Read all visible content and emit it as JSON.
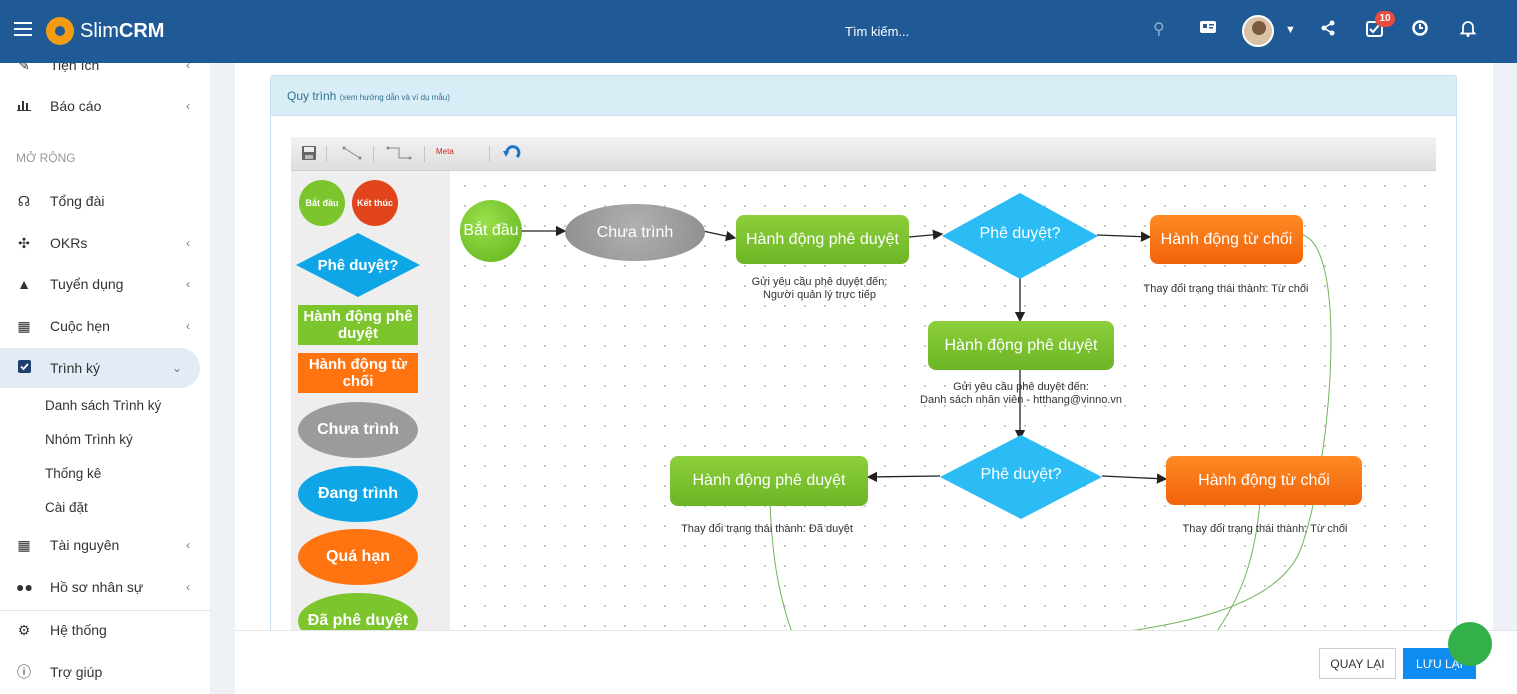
{
  "header": {
    "app_name_light": "Slim",
    "app_name_bold": "CRM",
    "search_placeholder": "Tìm kiếm...",
    "notification_count": "10"
  },
  "sidebar": {
    "partial_top_label": "Tiện ích",
    "items": [
      {
        "label": "Báo cáo",
        "icon": "bar-chart-icon"
      },
      {
        "label": "Tổng đài",
        "icon": "headset-icon"
      },
      {
        "label": "OKRs",
        "icon": "target-icon"
      },
      {
        "label": "Tuyển dụng",
        "icon": "graduation-cap-icon"
      },
      {
        "label": "Cuộc hẹn",
        "icon": "calendar-icon"
      },
      {
        "label": "Trình ký",
        "icon": "checkbox-icon"
      },
      {
        "label": "Tài nguyên",
        "icon": "calendar-check-icon"
      },
      {
        "label": "Hồ sơ nhân sự",
        "icon": "users-icon"
      },
      {
        "label": "Hệ thống",
        "icon": "gear-icon"
      },
      {
        "label": "Trợ giúp",
        "icon": "help-icon"
      }
    ],
    "section_label": "MỞ RỘNG",
    "sub_items": [
      "Danh sách Trình ký",
      "Nhóm Trình ký",
      "Thống kê",
      "Cài đặt"
    ]
  },
  "panel": {
    "title": "Quy trình",
    "hint": "(xem hướng dẫn và ví dụ mẫu)"
  },
  "toolbar": {
    "meta_label": "Meta"
  },
  "palette": {
    "start": "Bắt đầu",
    "end": "Kết thúc",
    "approve_question": "Phê duyệt?",
    "approve_action": "Hành động phê duyệt",
    "reject_action": "Hành động từ chối",
    "not_submitted": "Chưa trình",
    "submitting": "Đang trình",
    "overdue": "Quá hạn",
    "approved": "Đã phê duyệt"
  },
  "flow": {
    "start": "Bắt đầu",
    "not_submitted": "Chưa trình",
    "approve_action_1": "Hành động phê duyệt",
    "approve_question_1": "Phê duyệt?",
    "reject_action_1": "Hành động từ chối",
    "approve_action_2": "Hành động phê duyệt",
    "approve_question_2": "Phê duyệt?",
    "approve_action_3": "Hành động phê duyệt",
    "reject_action_2": "Hành động từ chối",
    "note_1_line1": "Gửi yêu cầu phê duyệt đến:",
    "note_1_line2": "Người quản lý trực tiếp",
    "note_2": "Thay đổi trạng thái thành: Từ chối",
    "note_3_line1": "Gửi yêu cầu phê duyệt đến:",
    "note_3_line2": "Danh sách nhân viên - htthang@vinno.vn",
    "note_4": "Thay đổi trạng thái thành: Đã duyệt",
    "note_5": "Thay đổi trạng thái thành: Từ chối"
  },
  "footer": {
    "back_label": "QUAY LẠI",
    "save_label": "LƯU LẠI"
  }
}
